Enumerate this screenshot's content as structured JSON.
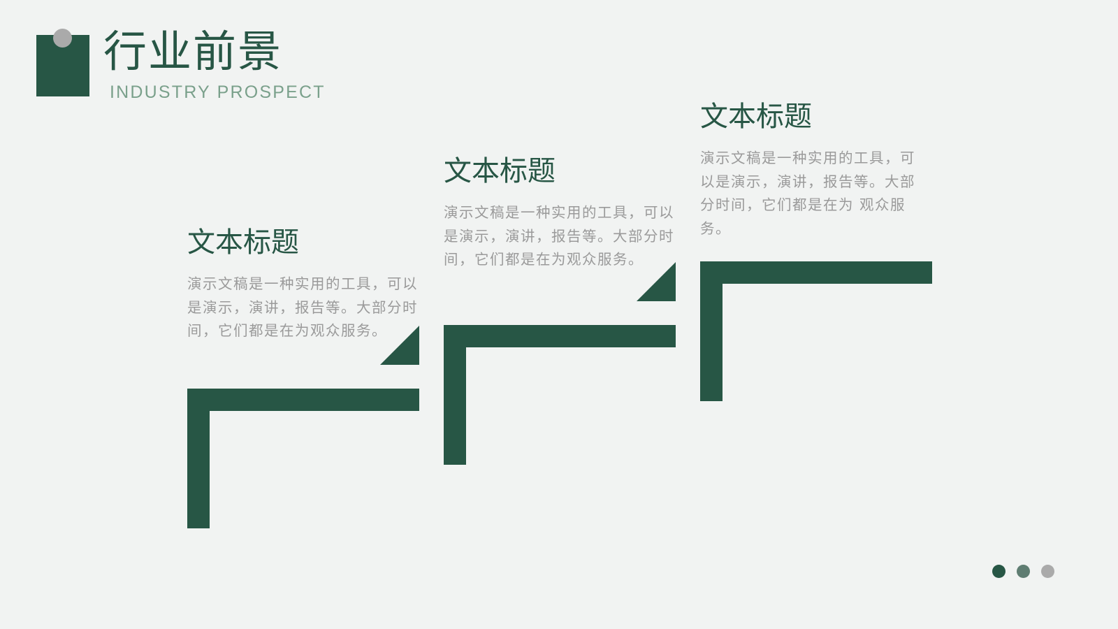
{
  "header": {
    "title": "行业前景",
    "subtitle": "INDUSTRY PROSPECT"
  },
  "steps": [
    {
      "title": "文本标题",
      "body": "演示文稿是一种实用的工具，可以是演示，演讲，报告等。大部分时间，它们都是在为观众服务。"
    },
    {
      "title": "文本标题",
      "body": "演示文稿是一种实用的工具，可以是演示，演讲，报告等。大部分时间，它们都是在为观众服务。"
    },
    {
      "title": "文本标题",
      "body": "演示文稿是一种实用的工具，可以是演示，演讲，报告等。大部分时间，它们都是在为 观众服务。"
    }
  ],
  "pagination": {
    "dots": [
      {
        "color": "#275645"
      },
      {
        "color": "#5f7d72"
      },
      {
        "color": "#aaaaaa"
      }
    ]
  },
  "colors": {
    "primary": "#275645",
    "accent_light": "#7aa08b",
    "body_text": "#9a9a9a",
    "background": "#f1f3f2"
  }
}
